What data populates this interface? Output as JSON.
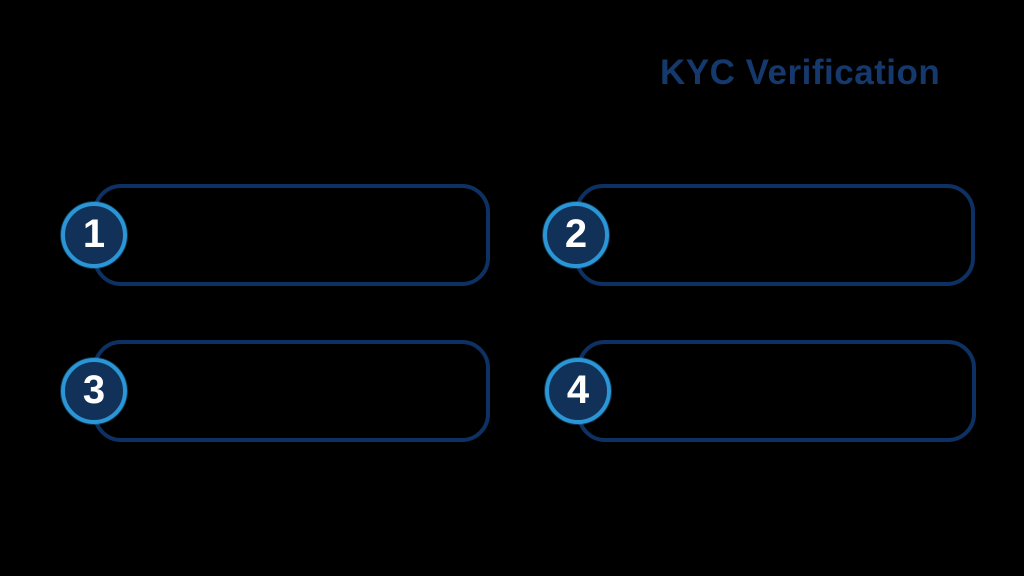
{
  "title": {
    "text": "KYC Verification"
  },
  "steps": [
    {
      "number": "1",
      "content": ""
    },
    {
      "number": "2",
      "content": ""
    },
    {
      "number": "3",
      "content": ""
    },
    {
      "number": "4",
      "content": ""
    }
  ],
  "colors": {
    "background": "#000000",
    "title_text": "#15396d",
    "box_border": "#0d3162",
    "circle_fill": "#113159",
    "circle_ring": "#2b96d6",
    "number_text": "#ffffff"
  }
}
